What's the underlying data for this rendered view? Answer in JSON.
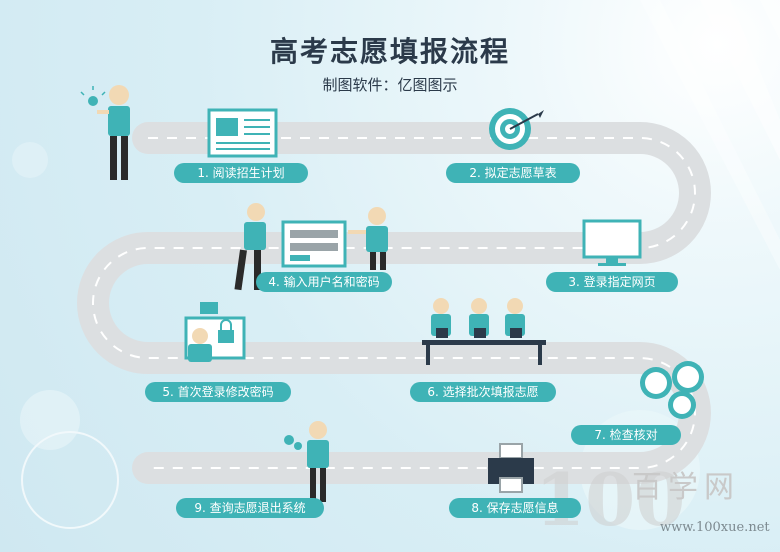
{
  "title": "高考志愿填报流程",
  "subtitle": "制图软件：亿图图示",
  "steps": [
    {
      "label": "1.  阅读招生计划"
    },
    {
      "label": "2.  拟定志愿草表"
    },
    {
      "label": "3. 登录指定网页"
    },
    {
      "label": "4. 输入用户名和密码"
    },
    {
      "label": "5. 首次登录修改密码"
    },
    {
      "label": "6.  选择批次填报志愿"
    },
    {
      "label": "7. 检查核对"
    },
    {
      "label": "8.  保存志愿信息"
    },
    {
      "label": "9.  查询志愿退出系统"
    }
  ],
  "watermark": {
    "logo": "100",
    "text": "百学网",
    "url": "www.100xue.net"
  },
  "colors": {
    "accent": "#3fb3b6",
    "road": "#dcdfe1",
    "dash": "#ffffff",
    "shirt": "#3fb3b6",
    "skin": "#f2d9b4",
    "dark": "#2a2a2a"
  },
  "icons": [
    "lightbulb-icon",
    "newspaper-icon",
    "target-icon",
    "monitor-icon",
    "login-form-icon",
    "lock-monitor-icon",
    "gear-icon",
    "printer-icon"
  ]
}
